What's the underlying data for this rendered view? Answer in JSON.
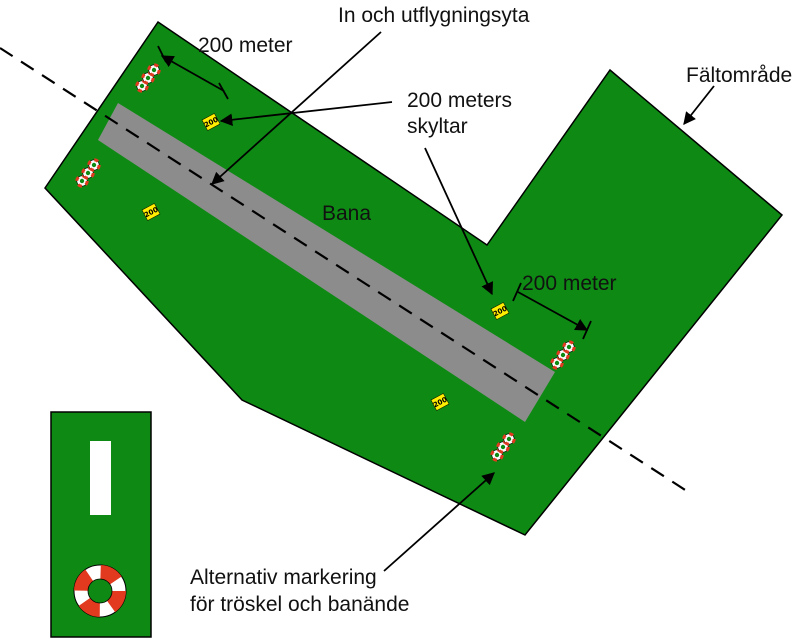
{
  "colors": {
    "field": "#0e8a14",
    "field_outline": "#000000",
    "runway": "#8c8c8c",
    "sign": "#ffee00",
    "ring_red": "#e23a1f",
    "ring_white": "#ffffff",
    "text": "#111111",
    "background": "#ffffff"
  },
  "labels": {
    "approach_zone": "In och utflygningsyta",
    "distance_top": "200 meter",
    "signs_line1": "200 meters",
    "signs_line2": "skyltar",
    "field_area": "Fältområde",
    "runway": "Bana",
    "distance_bottom": "200 meter",
    "alt_marking_line1": "Alternativ markering",
    "alt_marking_line2": "för tröskel och banände"
  },
  "sign_text": "200",
  "icons": {
    "threshold_marker": "lifebuoy-ring-icon",
    "distance_sign": "yellow-200-sign-icon"
  }
}
